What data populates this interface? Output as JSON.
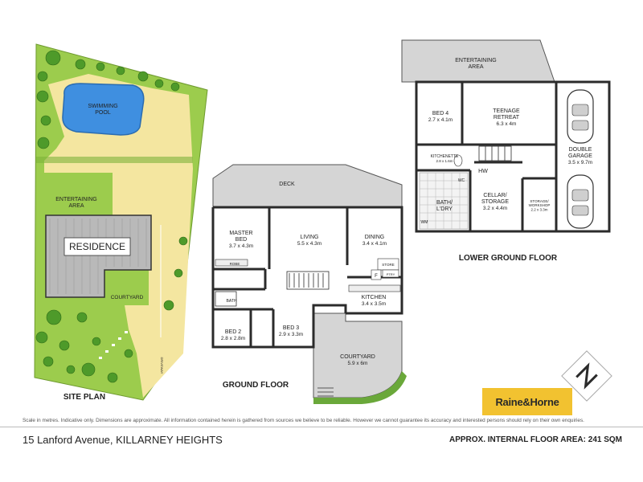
{
  "site_plan": {
    "title": "SITE PLAN",
    "pool_label": "SWIMMING\nPOOL",
    "entertaining_label": "ENTERTAINING\nAREA",
    "residence_label": "RESIDENCE",
    "courtyard_label": "COURTYARD",
    "driveway_label": "DRIVEWAY"
  },
  "ground_floor": {
    "title": "GROUND FLOOR",
    "deck": "DECK",
    "master": {
      "name": "MASTER\nBED",
      "dims": "3.7 x 4.3m"
    },
    "living": {
      "name": "LIVING",
      "dims": "5.5 x 4.3m"
    },
    "dining": {
      "name": "DINING",
      "dims": "3.4 x 4.1m"
    },
    "kitchen": {
      "name": "KITCHEN",
      "dims": "3.4 x 3.5m"
    },
    "bed2": {
      "name": "BED 2",
      "dims": "2.8 x 2.8m"
    },
    "bed3": {
      "name": "BED 3",
      "dims": "2.9 x 3.3m"
    },
    "courtyard": {
      "name": "COURTYARD",
      "dims": "5.9 x 6m"
    },
    "robe": "ROBE",
    "bath": "BATH",
    "store": "STORE",
    "pantry": "PTRY",
    "fridge": "F"
  },
  "lower_floor": {
    "title": "LOWER GROUND FLOOR",
    "entertaining": "ENTERTAINING\nAREA",
    "bed4": {
      "name": "BED 4",
      "dims": "2.7 x 4.1m"
    },
    "teenage": {
      "name": "TEENAGE\nRETREAT",
      "dims": "6.3 x 4m"
    },
    "kitchenette": {
      "name": "KITCHENETTE",
      "dims": "2.8 x 1.6m"
    },
    "wc": "WC",
    "hw": "HW",
    "bath_ldry": "BATH/\nL'DRY",
    "wm": "WM",
    "cellar": {
      "name": "CELLAR/\nSTORAGE",
      "dims": "3.2 x 4.4m"
    },
    "storage_workshop": {
      "name": "STORAGE/\nWORKSHOP",
      "dims": "2.2 x 3.3m"
    },
    "garage": {
      "name": "DOUBLE\nGARAGE",
      "dims": "3.5 x 9.7m"
    }
  },
  "footer": {
    "disclaimer": "Scale in metres. Indicative only. Dimensions are approximate. All information contained herein is gathered from sources we believe to be reliable. However we cannot guarantee its accuracy and interested persons should rely on their own enquiries.",
    "address": "15 Lanford Avenue, KILLARNEY HEIGHTS",
    "floor_area": "APPROX. INTERNAL FLOOR AREA: 241 SQM",
    "brand": "Raine&Horne"
  },
  "colors": {
    "lawn": "#9ccc4d",
    "paving": "#f4e6a0",
    "pool": "#3f8fe0",
    "deck": "#d5d5d5",
    "wall": "#2b2b2b",
    "brand": "#f2c230"
  }
}
